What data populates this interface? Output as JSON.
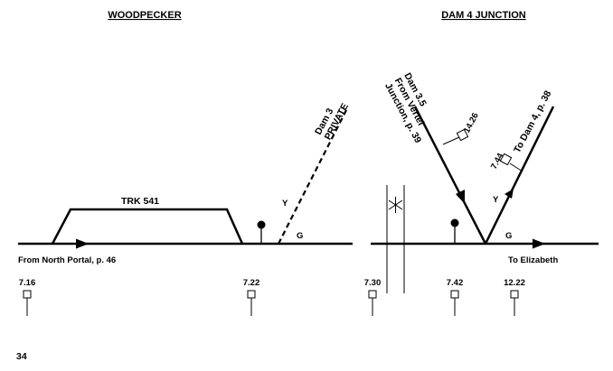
{
  "page_number": "34",
  "woodpecker": {
    "title": "WOODPECKER",
    "siding_label": "TRK 541",
    "branch_label": "Dam 3\nPRIVATE",
    "signal_y": "Y",
    "signal_g": "G",
    "origin_label": "From North Portal, p. 46",
    "mileposts": [
      "7.16",
      "7.22"
    ]
  },
  "dam4": {
    "title": "DAM 4 JUNCTION",
    "left_branch_label": "Dam 3.5\nFrom Vertel\nJunction, p. 39",
    "left_branch_mp": "14.26",
    "right_branch_label": "To Dam 4, p. 38",
    "right_branch_mp": "7.44",
    "signal_y": "Y",
    "signal_g": "G",
    "destination_label": "To Elizabeth",
    "mileposts": [
      "7.30",
      "7.42",
      "12.22"
    ]
  }
}
